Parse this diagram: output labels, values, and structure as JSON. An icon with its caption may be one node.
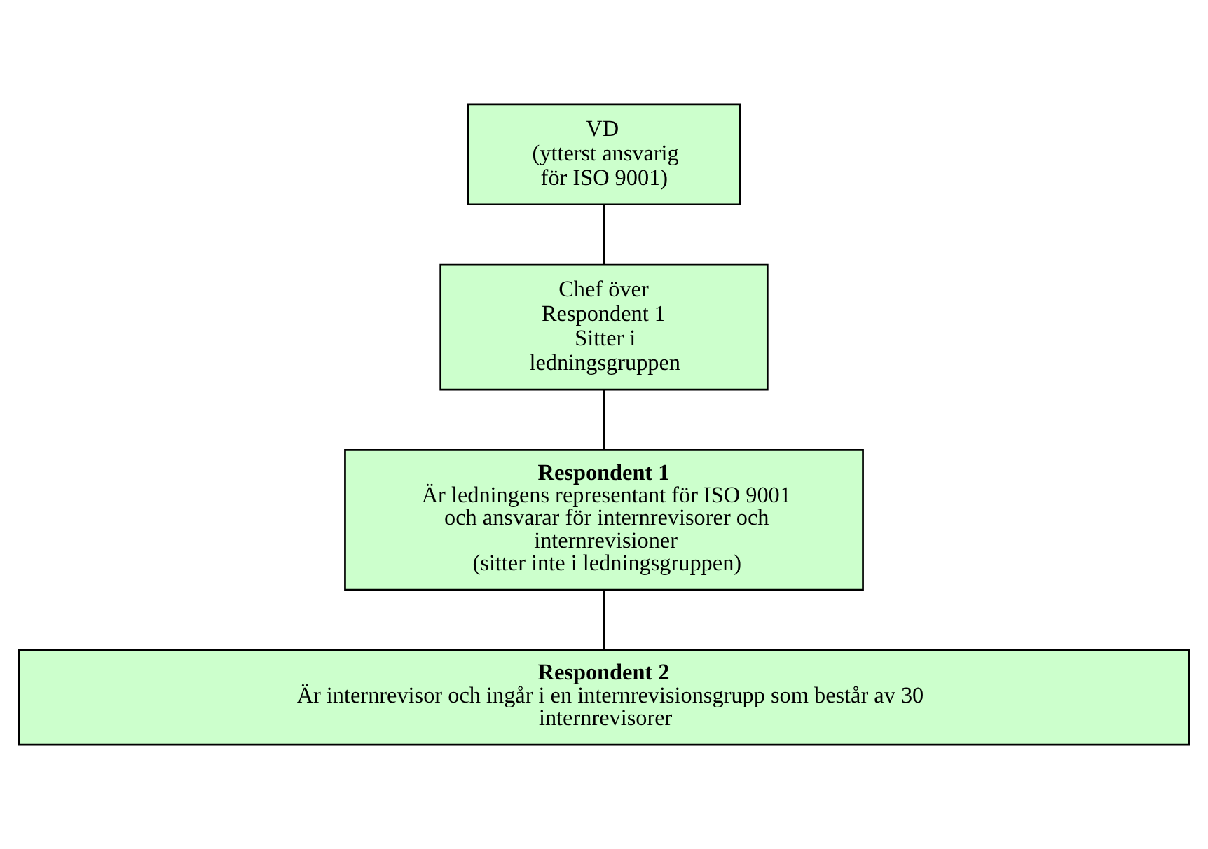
{
  "diagram": {
    "nodes": [
      {
        "text": [
          "VD",
          "(ytterst ansvarig för ISO 9001)"
        ]
      },
      {
        "text": [
          "Chef över Respondent 1",
          "Sitter i ledningsgruppen"
        ]
      },
      {
        "text": [
          "Respondent 1",
          "Är ledningens representant för ISO 9001 och ansvarar för internrevisorer och internrevisioner",
          "(sitter inte i ledningsgruppen)"
        ]
      },
      {
        "text": [
          "Respondent 2",
          "Är internrevisor och ingår i en internrevisionsgrupp som består av 30 internrevisorer"
        ]
      }
    ],
    "edges": [
      {
        "from": 0,
        "to": 1,
        "arrow": "none"
      },
      {
        "from": 1,
        "to": 2,
        "arrow": "none"
      },
      {
        "from": 2,
        "to": 3,
        "arrow": "none"
      }
    ]
  }
}
